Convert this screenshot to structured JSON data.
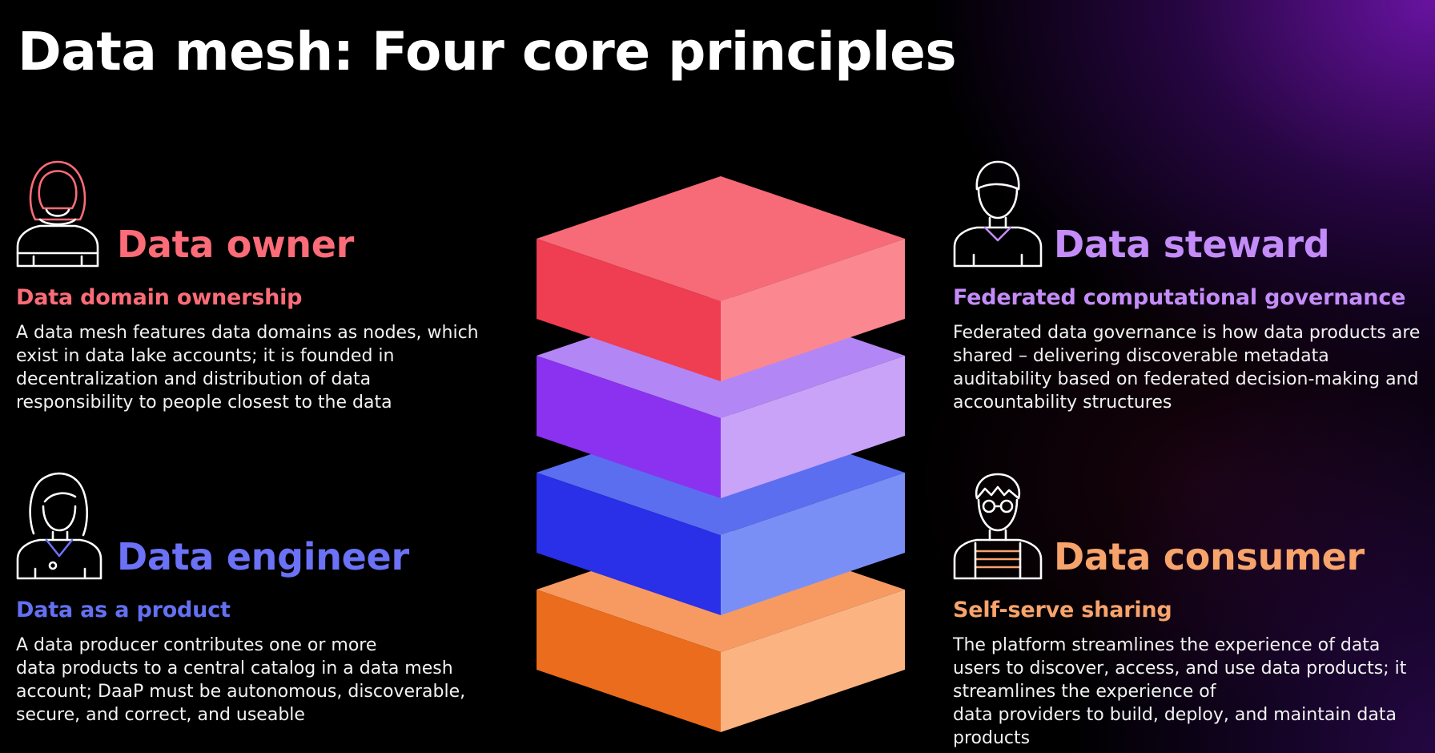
{
  "slide": {
    "title": "Data mesh: Four core principles"
  },
  "principles": {
    "owner": {
      "role": "Data owner",
      "subtitle": "Data domain ownership",
      "lines": [
        "A data mesh features data domains as nodes, which",
        "exist in data lake accounts; it is founded in",
        "decentralization and distribution of data",
        "responsibility to people closest to the data"
      ],
      "color": "#fb6c78",
      "icon": "person-hijab-icon"
    },
    "engineer": {
      "role": "Data engineer",
      "subtitle": "Data as a product",
      "lines": [
        "A data producer contributes one or more",
        "data products to a central catalog in a data mesh",
        "account; DaaP must be autonomous, discoverable,",
        "secure, and correct, and useable"
      ],
      "color": "#6b72f6",
      "icon": "person-long-hair-icon"
    },
    "steward": {
      "role": "Data steward",
      "subtitle": "Federated computational governance",
      "lines": [
        "Federated data governance is how data products are",
        "shared – delivering discoverable metadata",
        "auditability based on federated decision-making and",
        "accountability structures"
      ],
      "color": "#c48cf8",
      "icon": "person-icon"
    },
    "consumer": {
      "role": "Data consumer",
      "subtitle": "Self-serve sharing",
      "lines": [
        "The platform streamlines the experience of data",
        "users to discover, access, and use data products; it",
        "streamlines the experience of",
        "data providers to build, deploy, and maintain data",
        "products"
      ],
      "color": "#f7a36c",
      "icon": "person-glasses-icon"
    }
  },
  "stack": {
    "layers": [
      {
        "name": "red",
        "top": "#f76b79",
        "left": "#ef3d52",
        "right": "#fb8790"
      },
      {
        "name": "violet",
        "top": "#b386f5",
        "left": "#8a32f0",
        "right": "#c9a3f8"
      },
      {
        "name": "blue",
        "top": "#5b6ef0",
        "left": "#2a2fe8",
        "right": "#7a8ff6"
      },
      {
        "name": "orange",
        "top": "#f79a62",
        "left": "#ea6c1c",
        "right": "#fbb382"
      }
    ]
  }
}
